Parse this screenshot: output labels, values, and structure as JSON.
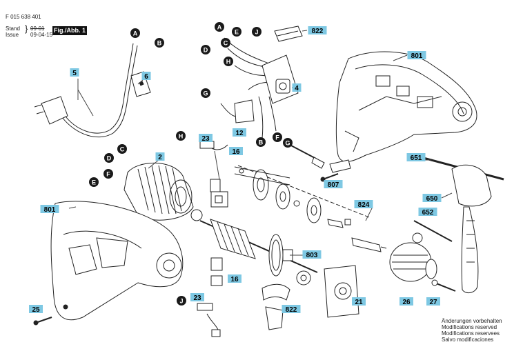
{
  "header": {
    "doc_number": "F 015 638 401",
    "stand_label": "Stand",
    "issue_label": "Issue",
    "stand_date": "09-01",
    "issue_date": "09-04-15",
    "figure_label": "Fig./Abb. 1"
  },
  "footer_note": [
    "Änderungen vorbehalten",
    "Modifications reserved",
    "Modifications reservees",
    "Salvo modificaciones"
  ],
  "part_labels": [
    "5",
    "6",
    "822",
    "801",
    "4",
    "12",
    "2",
    "23",
    "16",
    "651",
    "807",
    "824",
    "650",
    "652",
    "801",
    "803",
    "16",
    "23",
    "822",
    "21",
    "26",
    "27",
    "25"
  ],
  "connector_letters": [
    "A",
    "B",
    "A",
    "E",
    "J",
    "C",
    "D",
    "H",
    "G",
    "B",
    "F",
    "G",
    "H",
    "C",
    "D",
    "F",
    "E",
    "J"
  ],
  "colors": {
    "label_fill": "#7ec8e3",
    "connector_fill": "#1a1a1a",
    "line": "#222222"
  }
}
